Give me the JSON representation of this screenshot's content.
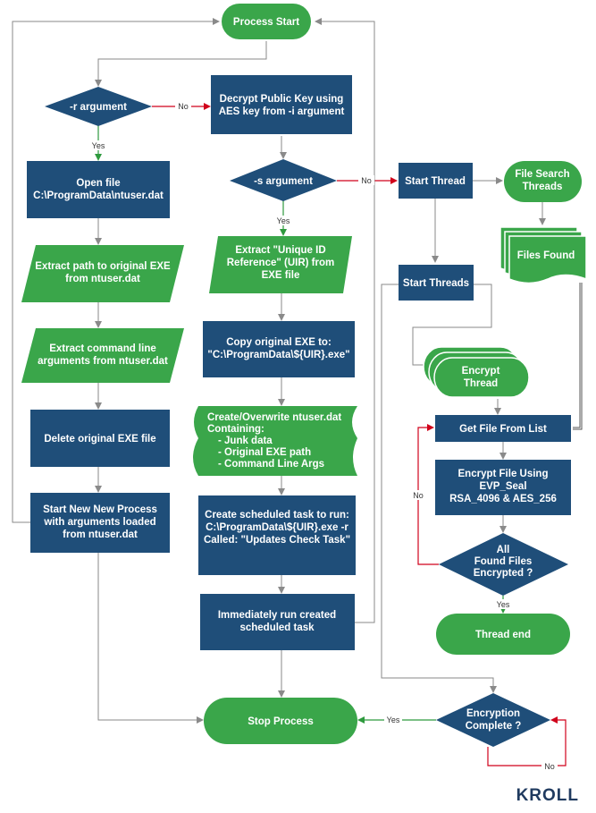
{
  "nodes": {
    "process_start": "Process Start",
    "r_argument": "-r argument",
    "open_file": [
      "Open file",
      "C:\\ProgramData\\ntuser.dat"
    ],
    "extract_path": [
      "Extract path to original EXE",
      "from ntuser.dat"
    ],
    "extract_cmd": [
      "Extract command line",
      "arguments from ntuser.dat"
    ],
    "delete_exe": "Delete original EXE file",
    "start_new": [
      "Start New New Process",
      "with arguments loaded",
      "from ntuser.dat"
    ],
    "decrypt_key": [
      "Decrypt Public Key using",
      "AES key from -i argument"
    ],
    "s_argument": "-s argument",
    "extract_uir": [
      "Extract \"Unique ID",
      "Reference\" (UIR) from",
      "EXE file"
    ],
    "copy_exe": [
      "Copy original EXE to:",
      "\"C:\\ProgramData\\${UIR}.exe\""
    ],
    "create_overwrite": [
      "Create/Overwrite ntuser.dat",
      "Containing:",
      "- Junk data",
      "- Original EXE path",
      "- Command Line Args"
    ],
    "create_task": [
      "Create scheduled task to run:",
      "C:\\ProgramData\\${UIR}.exe -r",
      "",
      "Called: \"Updates Check Task\""
    ],
    "run_task": [
      "Immediately run created",
      "scheduled task"
    ],
    "stop_process": "Stop Process",
    "start_thread": "Start Thread",
    "file_search": [
      "File Search",
      "Threads"
    ],
    "files_found": "Files Found",
    "start_threads": "Start Threads",
    "encrypt_thread": [
      "Encrypt",
      "Thread"
    ],
    "get_file": "Get File From List",
    "encrypt_file": [
      "Encrypt File Using",
      "EVP_Seal",
      "RSA_4096 & AES_256"
    ],
    "all_encrypted": [
      "All",
      "Found Files",
      "Encrypted ?"
    ],
    "thread_end": "Thread end",
    "encryption_complete": [
      "Encryption",
      "Complete ?"
    ]
  },
  "edge_labels": {
    "no_r": "No",
    "yes_r": "Yes",
    "yes_s": "Yes",
    "no_s": "No",
    "no_all": "No",
    "yes_all": "Yes",
    "yes_complete": "Yes",
    "no_complete": "No"
  },
  "logo": "KROLL",
  "colors": {
    "navy": "#1f4e79",
    "green": "#3aa64a",
    "no_line": "#d0021b",
    "yes_line": "#2e9a3e"
  }
}
